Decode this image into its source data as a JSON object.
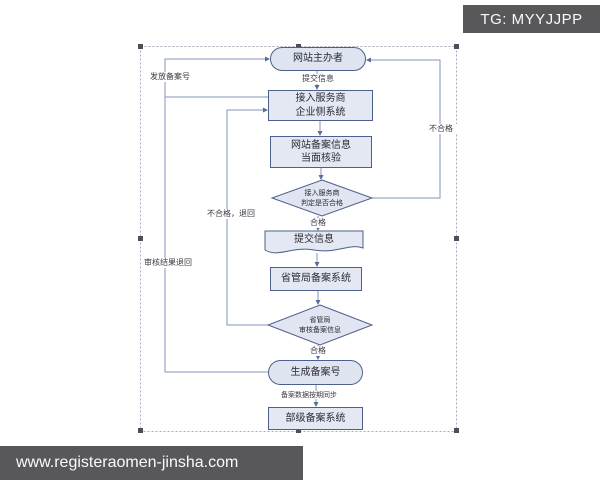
{
  "watermarks": {
    "tg_label": "TG: MYYJJPP",
    "url_label": "www.registeraomen-jinsha.com"
  },
  "flowchart": {
    "nodes": {
      "organizer": {
        "label": "网站主办者"
      },
      "isp_system": {
        "line1": "接入服务商",
        "line2": "企业侧系统"
      },
      "onsite_verify": {
        "line1": "网站备案信息",
        "line2": "当面核验"
      },
      "isp_judge": {
        "line1": "接入服务商",
        "line2": "判定是否合格"
      },
      "submit_doc": {
        "label": "提交信息"
      },
      "provincial_system": {
        "label": "省管局备案系统"
      },
      "provincial_review": {
        "line1": "省管局",
        "line2": "审核备案信息"
      },
      "generate_number": {
        "label": "生成备案号"
      },
      "ministry_system": {
        "label": "部级备案系统"
      }
    },
    "edge_labels": {
      "submit_info": "提交信息",
      "qualified_1": "合格",
      "qualified_2": "合格",
      "unqualified": "不合格",
      "unqualified_return": "不合格，退回",
      "issue_number": "发放备案号",
      "review_result_return": "审核结果退回",
      "data_sync": "备案数据按期同步"
    },
    "colors": {
      "connector": "#8295ba",
      "arrowhead": "#5a6d96",
      "shape_border": "#4d5f8c",
      "shape_fill": "#e4e8f3",
      "selection_border": "#a4abbc",
      "selection_handle": "#4a4f5a",
      "watermark_bg": "#58585a",
      "watermark_text": "#fafafa"
    }
  }
}
